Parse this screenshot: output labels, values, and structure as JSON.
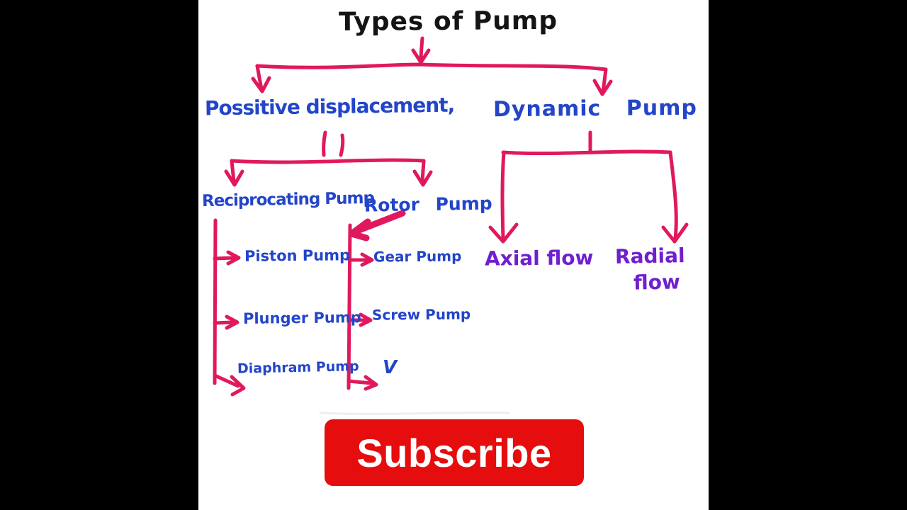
{
  "colors": {
    "bar-black": "#000000",
    "board-white": "#ffffff",
    "ink-pink": "#e0195e",
    "ink-blue": "#2345c9",
    "ink-purple": "#6f1fd0",
    "ink-black": "#141414",
    "button-red": "#e50d0d",
    "button-text": "#ffffff"
  },
  "diagram": {
    "title": "Types of Pump",
    "level1": {
      "positive": "Possitive displacement,",
      "dynamic": "Dynamic Pump"
    },
    "level2": {
      "reciprocating": "Reciprocating Pump",
      "rotor": "Rotor Pump",
      "axial": "Axial flow",
      "radial_line1": "Radial",
      "radial_line2": "flow"
    },
    "level3": {
      "piston": "Piston Pump",
      "plunger": "Plunger Pump",
      "diaphram": "Diaphram Pump",
      "gear": "Gear Pump",
      "screw": "Screw Pump",
      "vane": "V"
    }
  },
  "subscribe": {
    "label": "Subscribe"
  }
}
